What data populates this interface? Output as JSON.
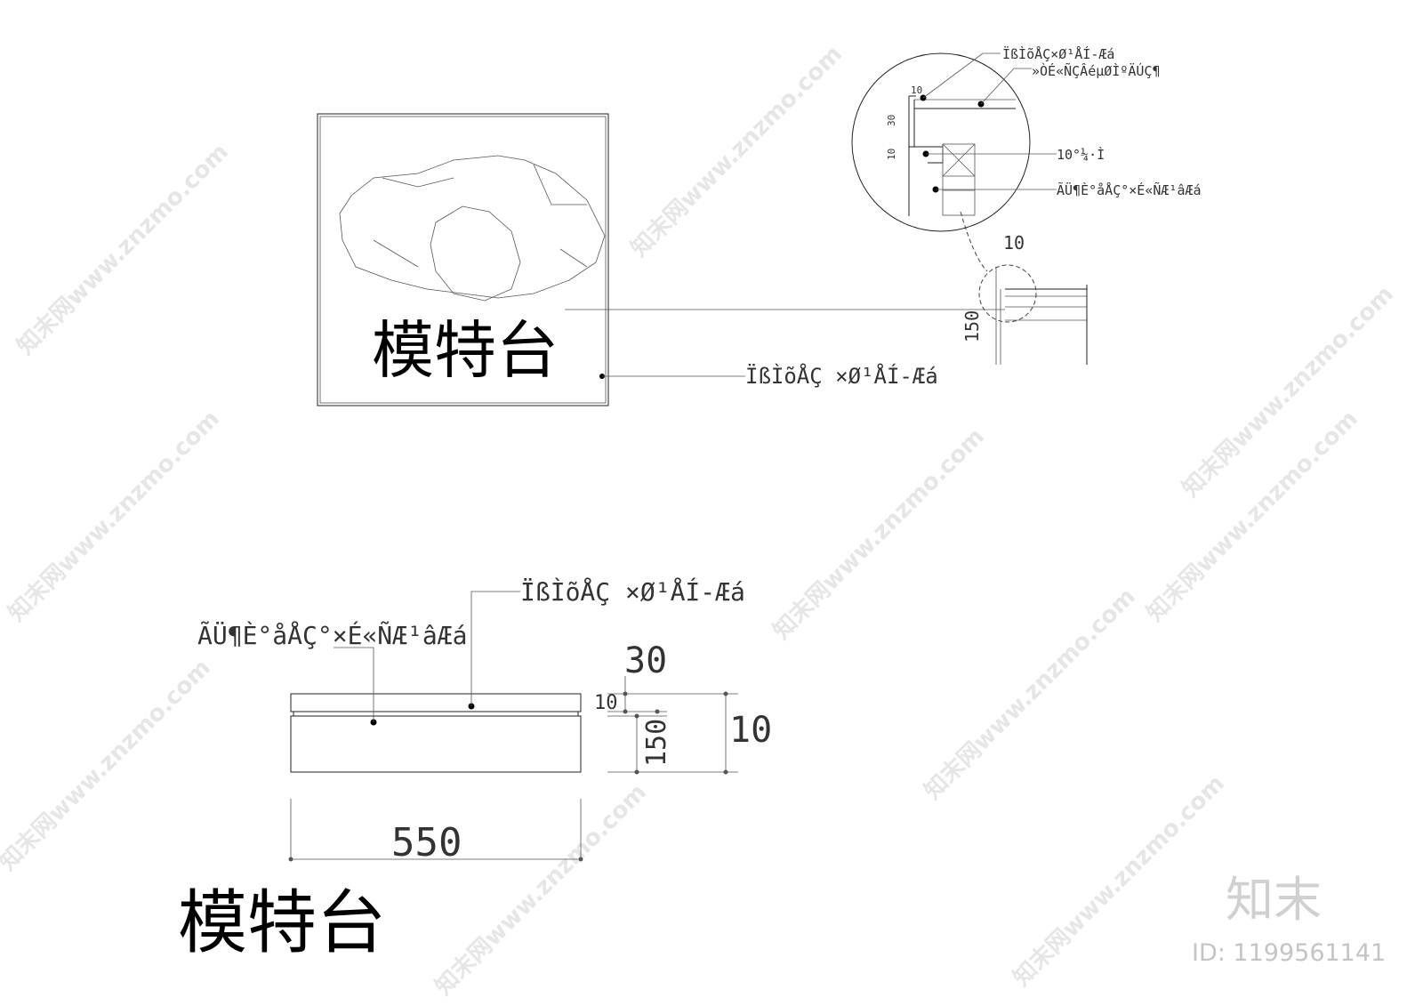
{
  "plan": {
    "title": "模特台",
    "label_edge": "ÏßÌõÅÇ ×Ø¹ÅÍ-Æá"
  },
  "detail": {
    "label_edge": "ÏßÌõÅÇ×Ø¹ÅÍ-Æá",
    "label_top": "»ÒÉ«ÑÇÂéµØÌºÄÚÇ¶",
    "label_wood": "10°¼·Ì",
    "label_board": "ÃÜ¶È°åÅÇ°×É«ÑÆ¹âÆá",
    "dim_10_top": "10",
    "dim_30": "30",
    "dim_10_side": "10",
    "dim_callout_10": "10",
    "dim_callout_150": "150"
  },
  "elevation": {
    "title": "模特台",
    "label_edge": "ÏßÌõÅÇ ×Ø¹ÅÍ-Æá",
    "label_board": "ÃÜ¶È°åÅÇ°×É«ÑÆ¹âÆá",
    "dim_width": "550",
    "dim_30": "30",
    "dim_10a": "10",
    "dim_150": "150",
    "dim_10b": "10"
  },
  "watermark": {
    "text": "知末网www.znzmo.com",
    "brand": "知末",
    "id": "ID: 1199561141"
  }
}
